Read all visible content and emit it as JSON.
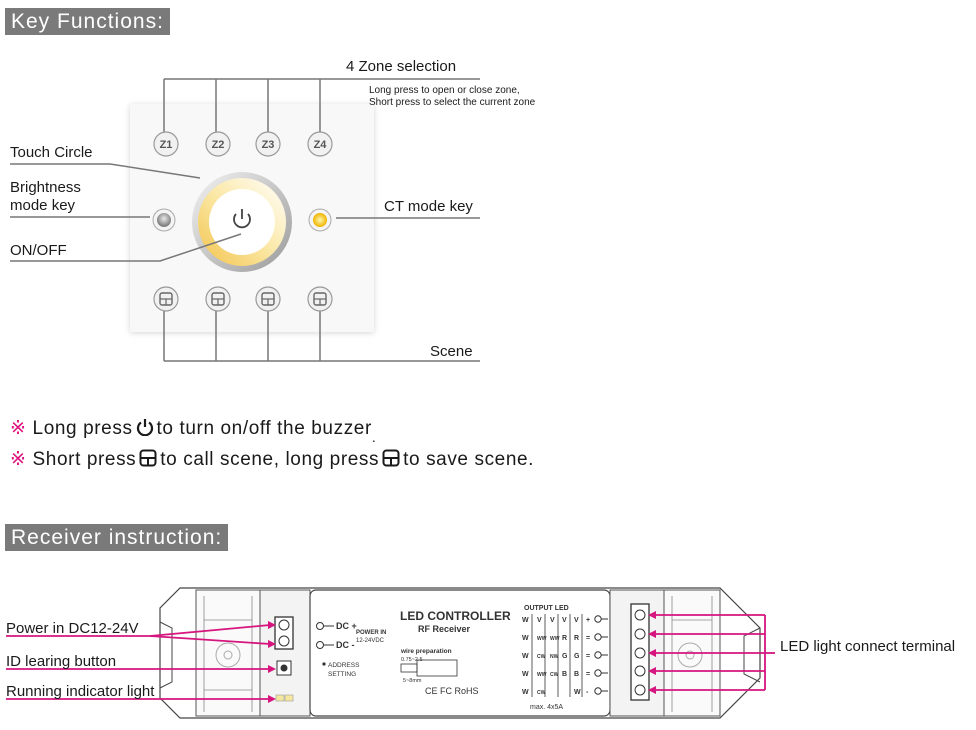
{
  "key_functions": {
    "header": "Key Functions:",
    "zone_selection": "4 Zone selection",
    "zone_note_1": "Long press to open or close zone,",
    "zone_note_2": "Short press to select the current zone",
    "touch_circle": "Touch Circle",
    "brightness_1": "Brightness",
    "brightness_2": "mode key",
    "on_off": "ON/OFF",
    "ct_mode": "CT mode key",
    "scene": "Scene",
    "zone_keys": [
      "Z1",
      "Z2",
      "Z3",
      "Z4"
    ]
  },
  "notes": {
    "mark": "※",
    "line1_a": "Long press",
    "line1_b": "to turn on/off the buzzer",
    "line1_c": ".",
    "line2_a": "Short press",
    "line2_b": "to call scene, long press",
    "line2_c": "to save scene."
  },
  "receiver": {
    "header": "Receiver instruction:",
    "power_in": "Power in DC12-24V",
    "id_button": "ID learing button",
    "running_light": "Running indicator light",
    "terminal": "LED light connect terminal",
    "label_title": "LED CONTROLLER",
    "label_subtitle": "RF Receiver",
    "dc_plus": "DC +",
    "dc_minus": "DC -",
    "power_in_small": "POWER IN",
    "power_range": "12-24VDC",
    "address_1": "ADDRESS",
    "address_2": "SETTING",
    "wire_prep": "wire preparation",
    "wire_gauge": "0.75~2.5",
    "wire_length": "5~8mm",
    "certs": "CE FC RoHS",
    "output_led": "OUTPUT LED",
    "max_load": "max. 4x5A",
    "output_rows": [
      [
        "W",
        "V",
        "V",
        "V",
        "V",
        "+"
      ],
      [
        "W",
        "WW",
        "WW",
        "R",
        "R",
        "="
      ],
      [
        "W",
        "CW",
        "NW",
        "G",
        "G",
        "="
      ],
      [
        "W",
        "WW",
        "CW",
        "B",
        "B",
        "="
      ],
      [
        "W",
        "CW",
        "",
        "",
        "W",
        "-"
      ]
    ]
  },
  "colors": {
    "leader_pink": "#d6157e",
    "header_gray": "#7a7a7a",
    "warm_yellow": "#f2c94c"
  }
}
